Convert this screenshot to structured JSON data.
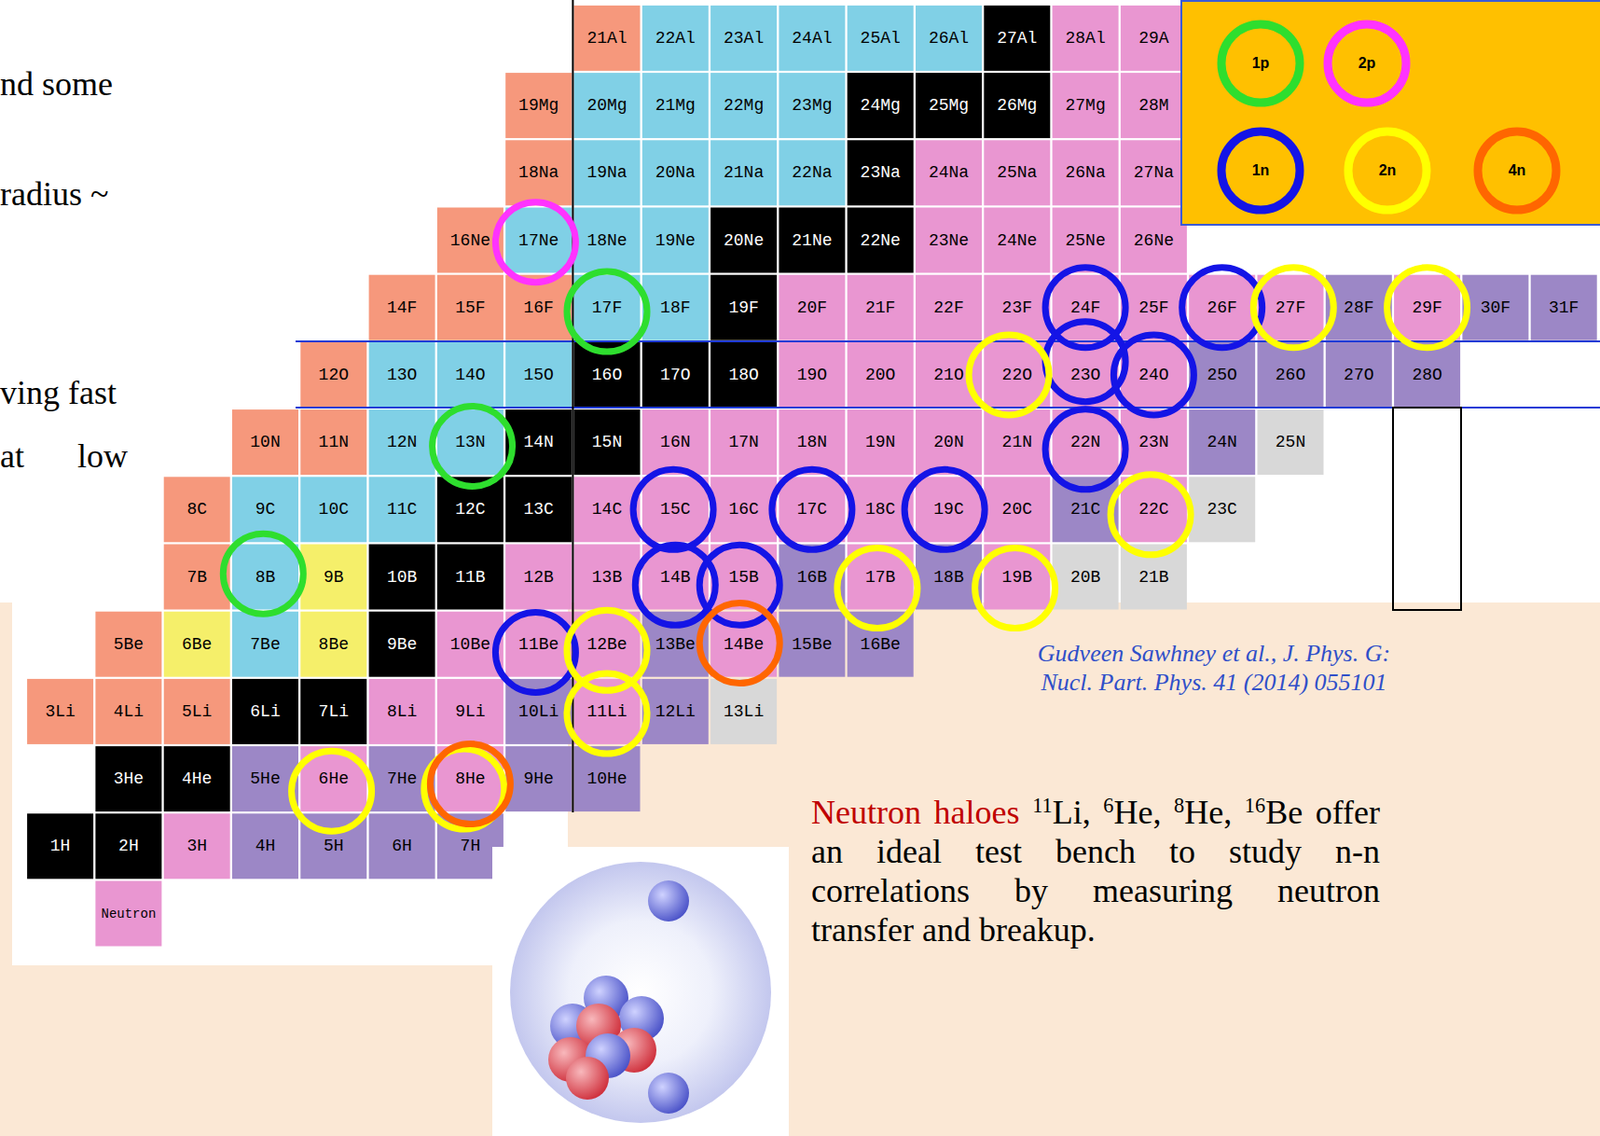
{
  "diagram": {
    "nodes": [
      {
        "text": [
          "21Al"
        ]
      },
      {
        "text": [
          "22Al"
        ]
      },
      {
        "text": [
          "23Al"
        ]
      },
      {
        "text": [
          "24Al"
        ]
      },
      {
        "text": [
          "25Al"
        ]
      },
      {
        "text": [
          "26Al"
        ]
      },
      {
        "text": [
          "27Al"
        ]
      },
      {
        "text": [
          "28Al"
        ]
      },
      {
        "text": [
          "29A"
        ]
      },
      {
        "text": [
          "19Mg"
        ]
      },
      {
        "text": [
          "20Mg"
        ]
      },
      {
        "text": [
          "21Mg"
        ]
      },
      {
        "text": [
          "22Mg"
        ]
      },
      {
        "text": [
          "23Mg"
        ]
      },
      {
        "text": [
          "24Mg"
        ]
      },
      {
        "text": [
          "25Mg"
        ]
      },
      {
        "text": [
          "26Mg"
        ]
      },
      {
        "text": [
          "27Mg"
        ]
      },
      {
        "text": [
          "28M"
        ]
      },
      {
        "text": [
          "18Na"
        ]
      },
      {
        "text": [
          "19Na"
        ]
      },
      {
        "text": [
          "20Na"
        ]
      },
      {
        "text": [
          "21Na"
        ]
      },
      {
        "text": [
          "22Na"
        ]
      },
      {
        "text": [
          "23Na"
        ]
      },
      {
        "text": [
          "24Na"
        ]
      },
      {
        "text": [
          "25Na"
        ]
      },
      {
        "text": [
          "26Na"
        ]
      },
      {
        "text": [
          "27Na"
        ]
      },
      {
        "text": [
          "16Ne"
        ]
      },
      {
        "text": [
          "17Ne"
        ]
      },
      {
        "text": [
          "18Ne"
        ]
      },
      {
        "text": [
          "19Ne"
        ]
      },
      {
        "text": [
          "20Ne"
        ]
      },
      {
        "text": [
          "21Ne"
        ]
      },
      {
        "text": [
          "22Ne"
        ]
      },
      {
        "text": [
          "23Ne"
        ]
      },
      {
        "text": [
          "24Ne"
        ]
      },
      {
        "text": [
          "25Ne"
        ]
      },
      {
        "text": [
          "26Ne"
        ]
      },
      {
        "text": [
          "14F"
        ]
      },
      {
        "text": [
          "15F"
        ]
      },
      {
        "text": [
          "16F"
        ]
      },
      {
        "text": [
          "17F"
        ]
      },
      {
        "text": [
          "18F"
        ]
      },
      {
        "text": [
          "19F"
        ]
      },
      {
        "text": [
          "20F"
        ]
      },
      {
        "text": [
          "21F"
        ]
      },
      {
        "text": [
          "22F"
        ]
      },
      {
        "text": [
          "23F"
        ]
      },
      {
        "text": [
          "24F"
        ]
      },
      {
        "text": [
          "25F"
        ]
      },
      {
        "text": [
          "26F"
        ]
      },
      {
        "text": [
          "27F"
        ]
      },
      {
        "text": [
          "28F"
        ]
      },
      {
        "text": [
          "29F"
        ]
      },
      {
        "text": [
          "30F"
        ]
      },
      {
        "text": [
          "31F"
        ]
      },
      {
        "text": [
          "12O"
        ]
      },
      {
        "text": [
          "13O"
        ]
      },
      {
        "text": [
          "14O"
        ]
      },
      {
        "text": [
          "15O"
        ]
      },
      {
        "text": [
          "16O"
        ]
      },
      {
        "text": [
          "17O"
        ]
      },
      {
        "text": [
          "18O"
        ]
      },
      {
        "text": [
          "19O"
        ]
      },
      {
        "text": [
          "20O"
        ]
      },
      {
        "text": [
          "21O"
        ]
      },
      {
        "text": [
          "22O"
        ]
      },
      {
        "text": [
          "23O"
        ]
      },
      {
        "text": [
          "24O"
        ]
      },
      {
        "text": [
          "25O"
        ]
      },
      {
        "text": [
          "26O"
        ]
      },
      {
        "text": [
          "27O"
        ]
      },
      {
        "text": [
          "28O"
        ]
      },
      {
        "text": [
          "10N"
        ]
      },
      {
        "text": [
          "11N"
        ]
      },
      {
        "text": [
          "12N"
        ]
      },
      {
        "text": [
          "13N"
        ]
      },
      {
        "text": [
          "14N"
        ]
      },
      {
        "text": [
          "15N"
        ]
      },
      {
        "text": [
          "16N"
        ]
      },
      {
        "text": [
          "17N"
        ]
      },
      {
        "text": [
          "18N"
        ]
      },
      {
        "text": [
          "19N"
        ]
      },
      {
        "text": [
          "20N"
        ]
      },
      {
        "text": [
          "21N"
        ]
      },
      {
        "text": [
          "22N"
        ]
      },
      {
        "text": [
          "23N"
        ]
      },
      {
        "text": [
          "24N"
        ]
      },
      {
        "text": [
          "25N"
        ]
      },
      {
        "text": [
          "8C"
        ]
      },
      {
        "text": [
          "9C"
        ]
      },
      {
        "text": [
          "10C"
        ]
      },
      {
        "text": [
          "11C"
        ]
      },
      {
        "text": [
          "12C"
        ]
      },
      {
        "text": [
          "13C"
        ]
      },
      {
        "text": [
          "14C"
        ]
      },
      {
        "text": [
          "15C"
        ]
      },
      {
        "text": [
          "16C"
        ]
      },
      {
        "text": [
          "17C"
        ]
      },
      {
        "text": [
          "18C"
        ]
      },
      {
        "text": [
          "19C"
        ]
      },
      {
        "text": [
          "20C"
        ]
      },
      {
        "text": [
          "21C"
        ]
      },
      {
        "text": [
          "22C"
        ]
      },
      {
        "text": [
          "23C"
        ]
      },
      {
        "text": [
          "7B"
        ]
      },
      {
        "text": [
          "8B"
        ]
      },
      {
        "text": [
          "9B"
        ]
      },
      {
        "text": [
          "10B"
        ]
      },
      {
        "text": [
          "11B"
        ]
      },
      {
        "text": [
          "12B"
        ]
      },
      {
        "text": [
          "13B"
        ]
      },
      {
        "text": [
          "14B"
        ]
      },
      {
        "text": [
          "15B"
        ]
      },
      {
        "text": [
          "16B"
        ]
      },
      {
        "text": [
          "17B"
        ]
      },
      {
        "text": [
          "18B"
        ]
      },
      {
        "text": [
          "19B"
        ]
      },
      {
        "text": [
          "20B"
        ]
      },
      {
        "text": [
          "21B"
        ]
      },
      {
        "text": [
          "5Be"
        ]
      },
      {
        "text": [
          "6Be"
        ]
      },
      {
        "text": [
          "7Be"
        ]
      },
      {
        "text": [
          "8Be"
        ]
      },
      {
        "text": [
          "9Be"
        ]
      },
      {
        "text": [
          "10Be"
        ]
      },
      {
        "text": [
          "11Be"
        ]
      },
      {
        "text": [
          "12Be"
        ]
      },
      {
        "text": [
          "13Be"
        ]
      },
      {
        "text": [
          "14Be"
        ]
      },
      {
        "text": [
          "15Be"
        ]
      },
      {
        "text": [
          "16Be"
        ]
      },
      {
        "text": [
          "3Li"
        ]
      },
      {
        "text": [
          "4Li"
        ]
      },
      {
        "text": [
          "5Li"
        ]
      },
      {
        "text": [
          "6Li"
        ]
      },
      {
        "text": [
          "7Li"
        ]
      },
      {
        "text": [
          "8Li"
        ]
      },
      {
        "text": [
          "9Li"
        ]
      },
      {
        "text": [
          "10Li"
        ]
      },
      {
        "text": [
          "11Li"
        ]
      },
      {
        "text": [
          "12Li"
        ]
      },
      {
        "text": [
          "13Li"
        ]
      },
      {
        "text": [
          "3He"
        ]
      },
      {
        "text": [
          "4He"
        ]
      },
      {
        "text": [
          "5He"
        ]
      },
      {
        "text": [
          "6He"
        ]
      },
      {
        "text": [
          "7He"
        ]
      },
      {
        "text": [
          "8He"
        ]
      },
      {
        "text": [
          "9He"
        ]
      },
      {
        "text": [
          "10He"
        ]
      },
      {
        "text": [
          "1H"
        ]
      },
      {
        "text": [
          "2H"
        ]
      },
      {
        "text": [
          "3H"
        ]
      },
      {
        "text": [
          "4H"
        ]
      },
      {
        "text": [
          "5H"
        ]
      },
      {
        "text": [
          "6H"
        ]
      },
      {
        "text": [
          "7H"
        ]
      },
      {
        "text": [
          "Neutron"
        ]
      }
    ],
    "labels": [
      "nd some",
      "radius ~",
      "ving fast",
      "at low",
      "Gudveen Sawhney et al., J. Phys. G: Nucl. Part. Phys. 41 (2014) 055101",
      "Neutron haloes 11Li, 6He, 8He, 16Be offer an ideal test bench to study n-n correlations by measuring neutron transfer and breakup."
    ],
    "legend": [
      {
        "text": "1p",
        "color": "#2ede2e"
      },
      {
        "text": "2p",
        "color": "#ff33ff"
      },
      {
        "text": "1n",
        "color": "#1414e6"
      },
      {
        "text": "2n",
        "color": "#ffff00"
      },
      {
        "text": "4n",
        "color": "#ff6600"
      }
    ]
  }
}
